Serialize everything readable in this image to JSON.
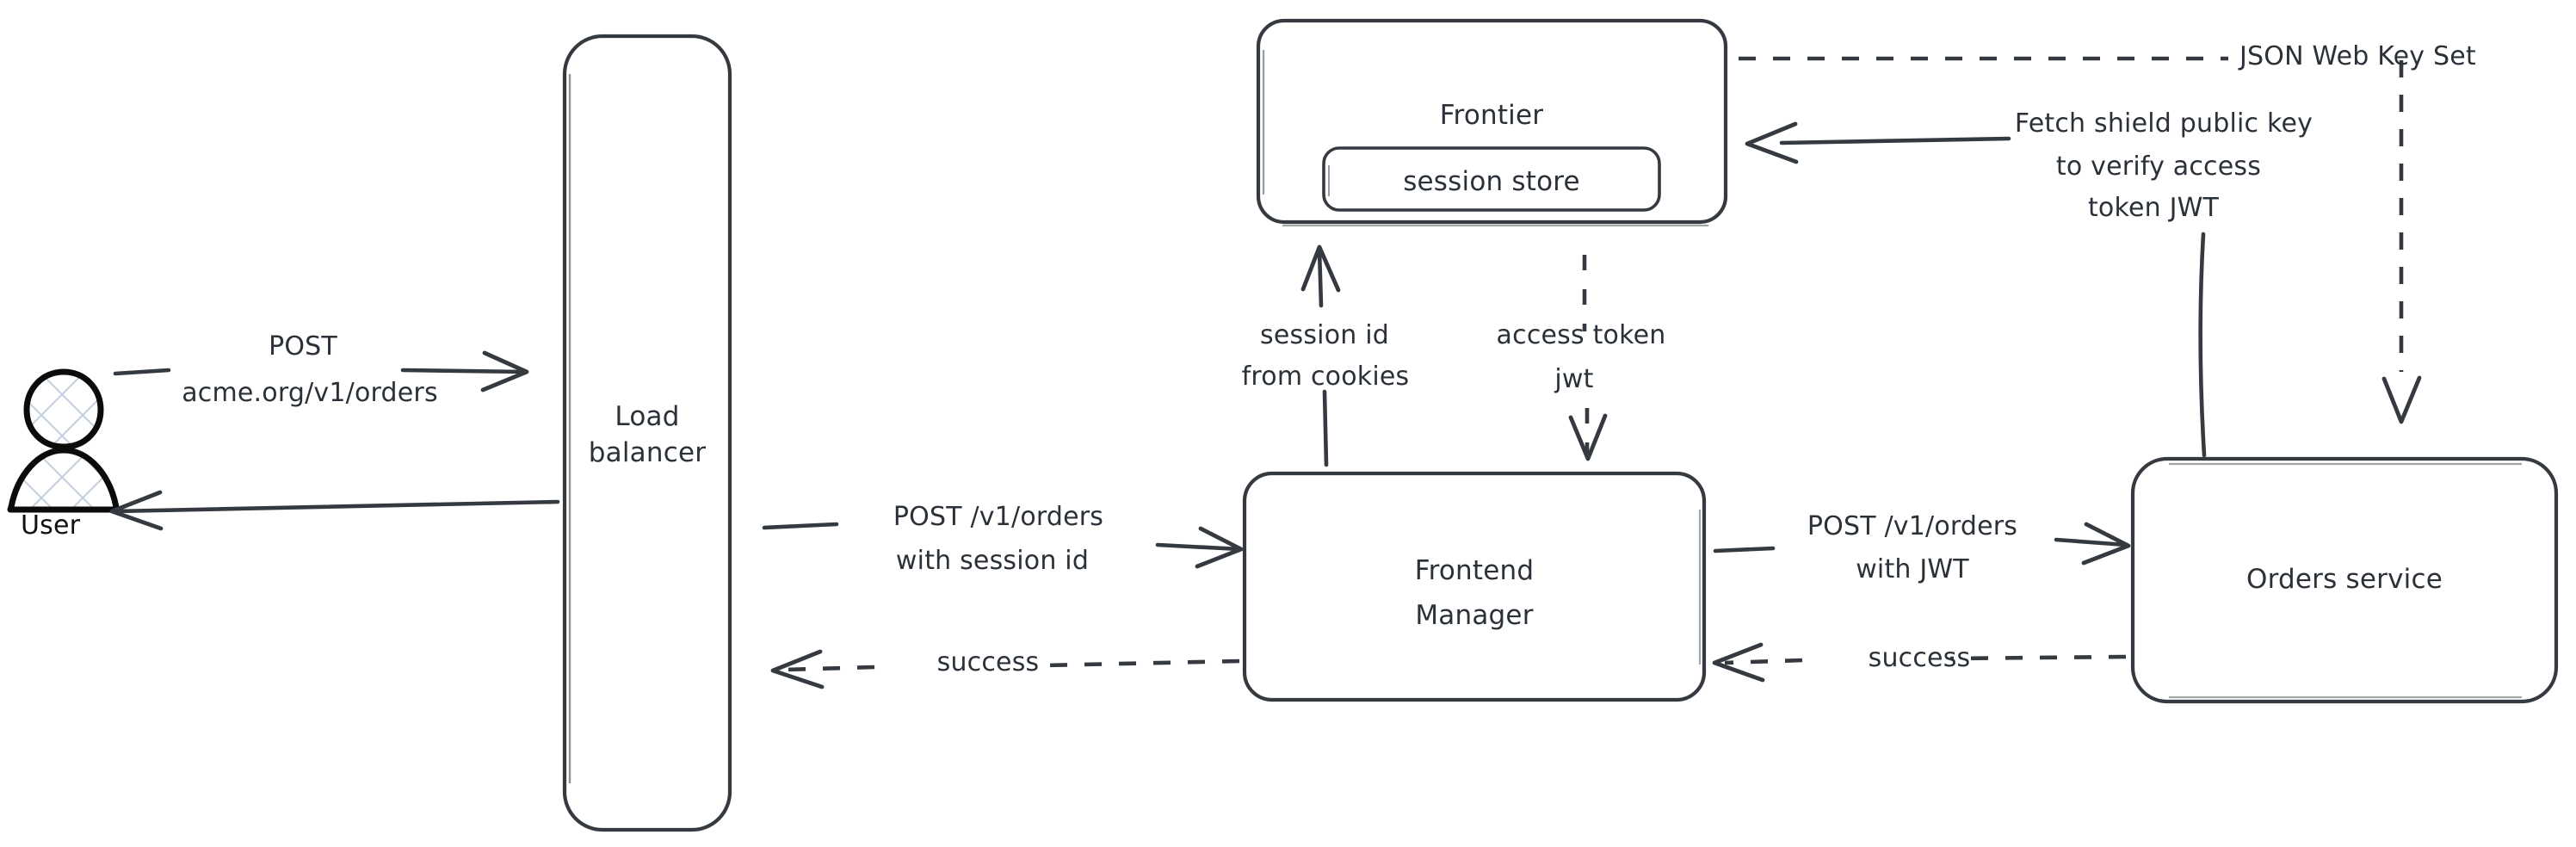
{
  "diagram": {
    "title": "Order request auth flow",
    "background": "#ffffff",
    "ink_color": "#343a40",
    "actor_ink_color": "#0b0b0b",
    "actor_fill_color": "#c8d2e0",
    "nodes": [
      {
        "id": "user",
        "label": "User",
        "type": "actor"
      },
      {
        "id": "lb",
        "label": "Load\nbalancer",
        "type": "rounded-rect"
      },
      {
        "id": "frontier",
        "label": "Frontier",
        "type": "rounded-rect"
      },
      {
        "id": "session",
        "label": "session store",
        "type": "rounded-rect-inner"
      },
      {
        "id": "fem",
        "label": "Frontend\nManager",
        "type": "rounded-rect"
      },
      {
        "id": "orders",
        "label": "Orders service",
        "type": "rounded-rect"
      }
    ],
    "edges": [
      {
        "id": "e1",
        "from": "user",
        "to": "lb",
        "label": "POST\nacme.org/v1/orders",
        "style": "solid",
        "direction": "right"
      },
      {
        "id": "e2",
        "from": "lb",
        "to": "user",
        "label": "",
        "style": "solid",
        "direction": "left"
      },
      {
        "id": "e3",
        "from": "lb",
        "to": "fem",
        "label": "POST /v1/orders\nwith session id",
        "style": "solid",
        "direction": "right"
      },
      {
        "id": "e4",
        "from": "fem",
        "to": "lb",
        "label": "success",
        "style": "dashed",
        "direction": "left"
      },
      {
        "id": "e5",
        "from": "fem",
        "to": "frontier",
        "label": "session id\nfrom cookies",
        "style": "solid",
        "direction": "up"
      },
      {
        "id": "e6",
        "from": "frontier",
        "to": "fem",
        "label": "access token\njwt",
        "style": "dashed",
        "direction": "down"
      },
      {
        "id": "e7",
        "from": "fem",
        "to": "orders",
        "label": "POST /v1/orders\nwith JWT",
        "style": "solid",
        "direction": "right"
      },
      {
        "id": "e8",
        "from": "orders",
        "to": "fem",
        "label": "success",
        "style": "dashed",
        "direction": "left"
      },
      {
        "id": "e9",
        "from": "orders",
        "to": "frontier",
        "label": "Fetch shield public key\nto verify access\ntoken JWT",
        "style": "solid",
        "direction": "left"
      },
      {
        "id": "e10",
        "from": "frontier",
        "to": "orders",
        "label": "JSON Web Key Set",
        "style": "dashed",
        "direction": "down"
      }
    ],
    "labels": {
      "user": "User",
      "load_balancer_line1": "Load",
      "load_balancer_line2": "balancer",
      "frontier": "Frontier",
      "session_store": "session store",
      "frontend_manager_line1": "Frontend",
      "frontend_manager_line2": "Manager",
      "orders_service": "Orders service",
      "post_acme_line1": "POST",
      "post_acme_line2": "acme.org/v1/orders",
      "post_session_line1": "POST /v1/orders",
      "post_session_line2": "with session id",
      "success_left": "success",
      "session_id_line1": "session id",
      "session_id_line2": "from cookies",
      "access_token_line1": "access token",
      "access_token_line2": "jwt",
      "post_jwt_line1": "POST /v1/orders",
      "post_jwt_line2": "with JWT",
      "success_right": "success",
      "fetch_key_line1": "Fetch shield public key",
      "fetch_key_line2": "to verify access",
      "fetch_key_line3": "token JWT",
      "jwks": "JSON Web Key Set"
    }
  }
}
